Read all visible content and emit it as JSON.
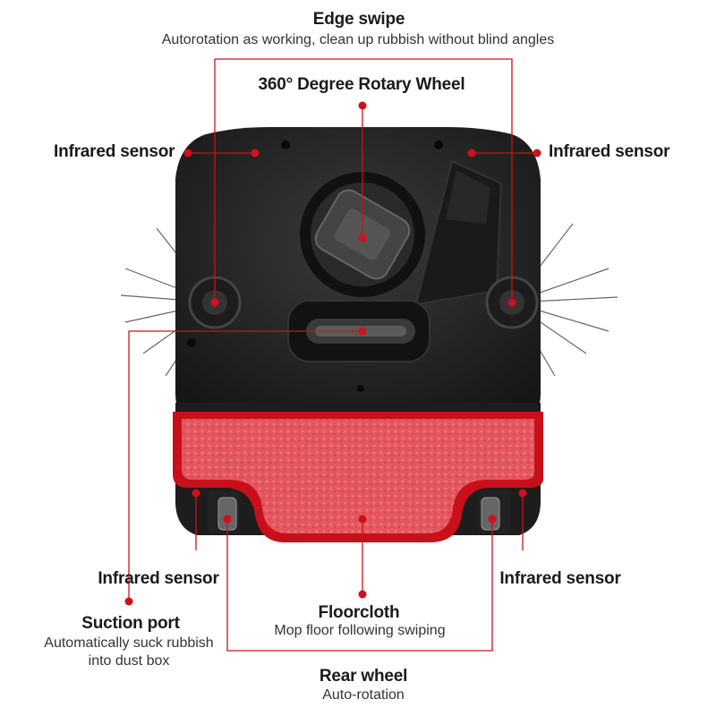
{
  "labels": {
    "edge_swipe_title": "Edge swipe",
    "edge_swipe_desc": "Autorotation as working, clean up rubbish without blind angles",
    "rotary_wheel": "360° Degree Rotary Wheel",
    "infrared_top_left": "Infrared sensor",
    "infrared_top_right": "Infrared sensor",
    "infrared_bottom_left": "Infrared sensor",
    "infrared_bottom_right": "Infrared sensor",
    "suction_title": "Suction port",
    "suction_desc_1": "Automatically suck rubbish",
    "suction_desc_2": "into dust box",
    "floorcloth_title": "Floorcloth",
    "floorcloth_desc": "Mop floor following swiping",
    "rear_wheel_title": "Rear wheel",
    "rear_wheel_desc": "Auto-rotation"
  },
  "colors": {
    "accent": "#d0101c",
    "body": "#232323",
    "mop": "#e2505a",
    "text": "#1a1a1a"
  }
}
